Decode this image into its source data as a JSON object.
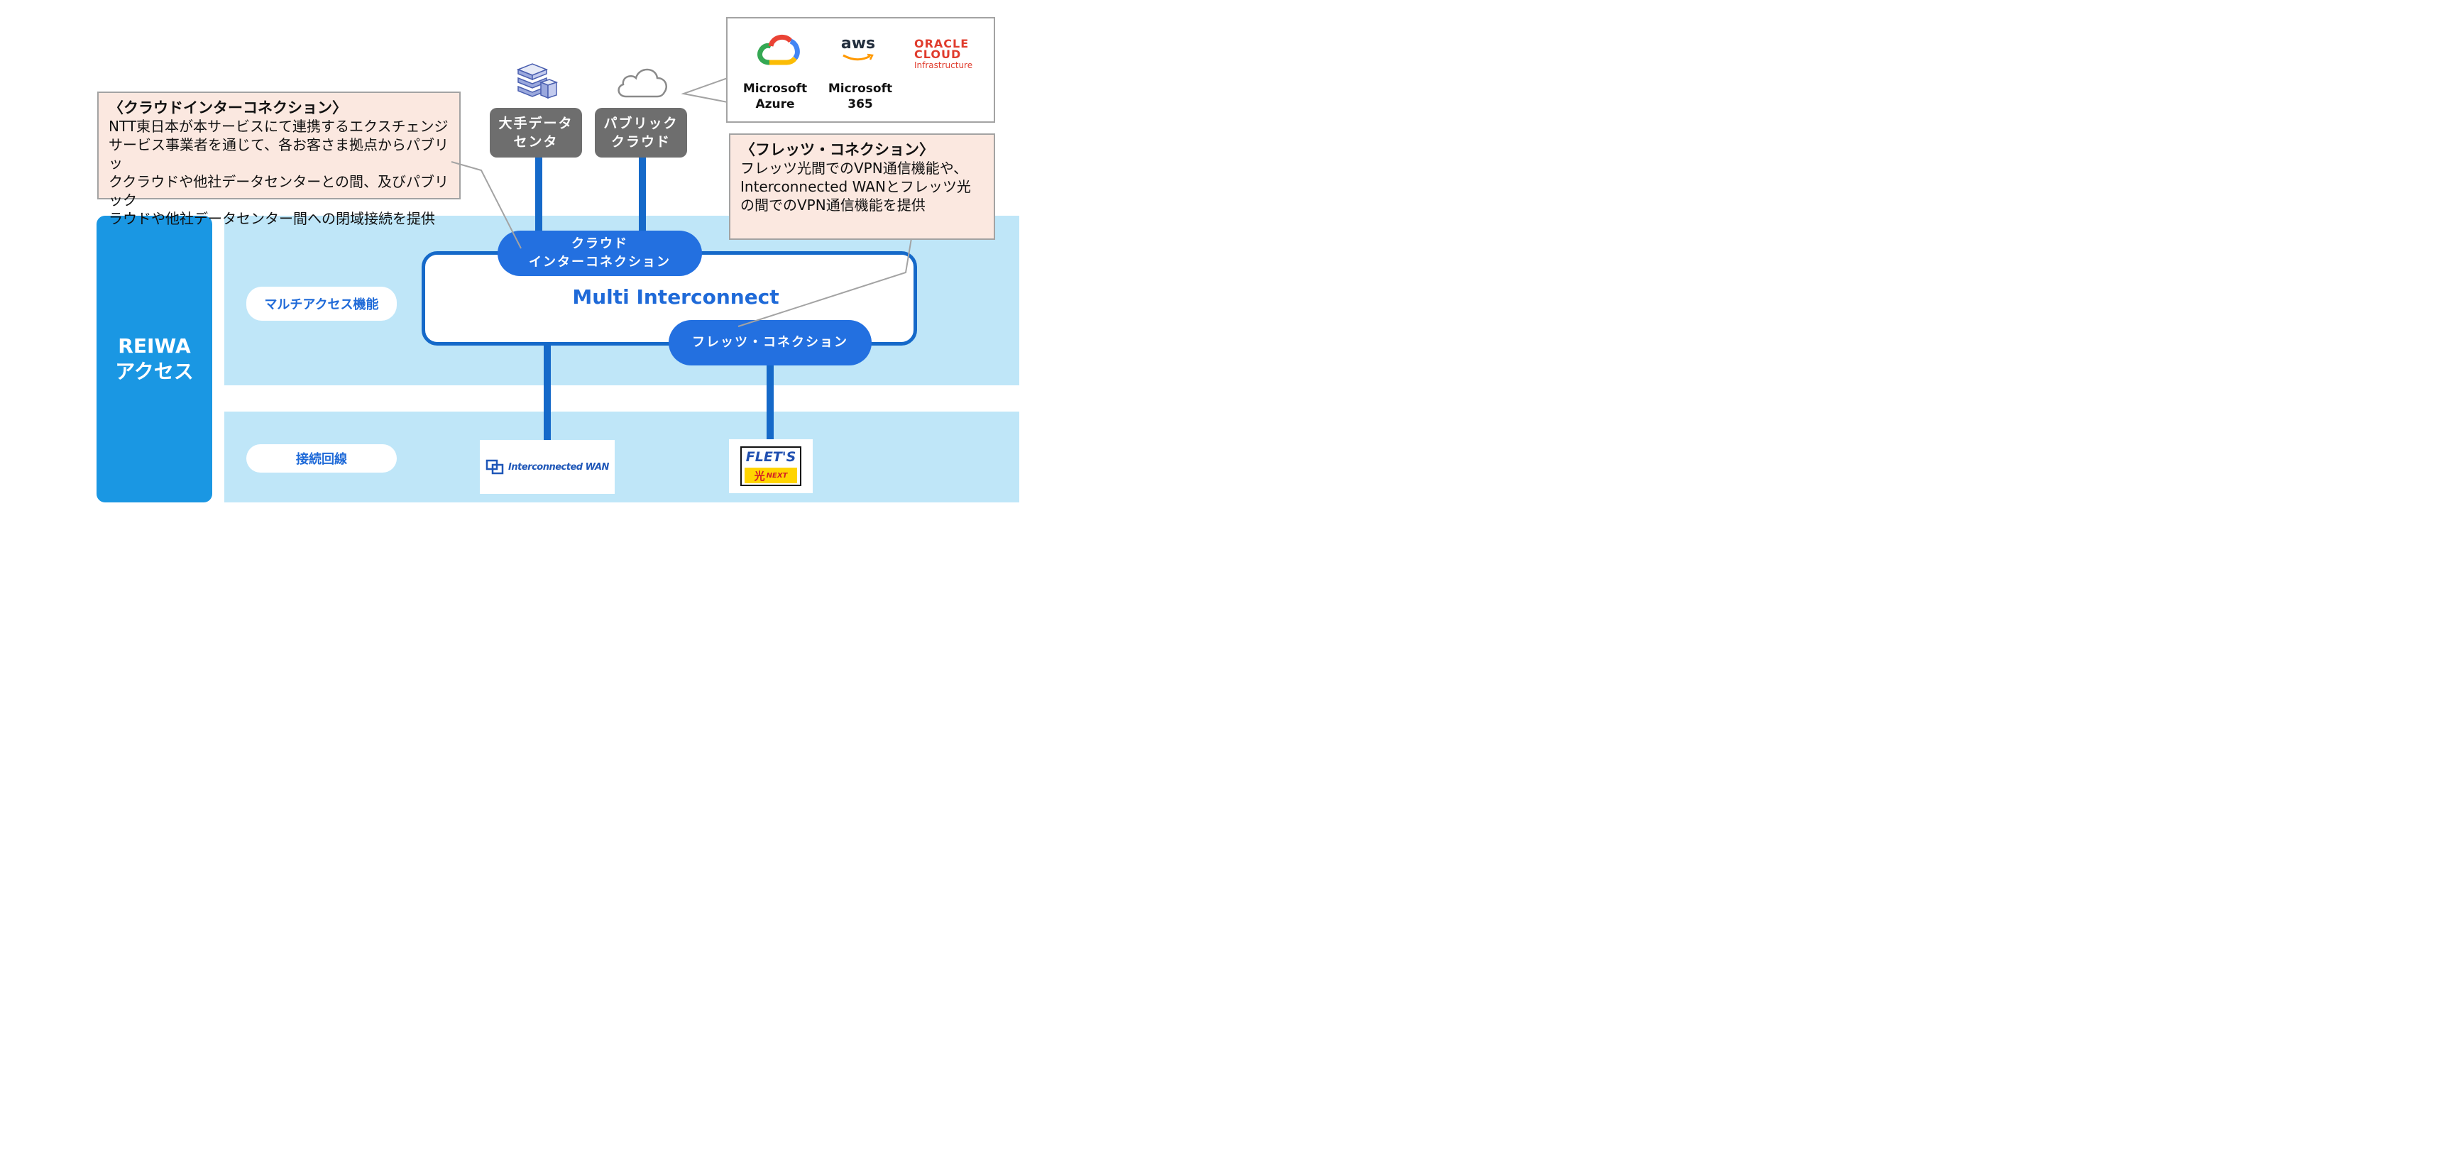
{
  "reiwa": {
    "line1": "REIWA",
    "line2": "アクセス"
  },
  "rows": {
    "multi_access": "マルチアクセス機能",
    "connection_lines": "接続回線"
  },
  "multi_interconnect": {
    "title": "Multi Interconnect"
  },
  "pills": {
    "cloud_ic_line1": "クラウド",
    "cloud_ic_line2": "インターコネクション",
    "flets_connection": "フレッツ・コネクション"
  },
  "destinations": {
    "datacenter_line1": "大手データ",
    "datacenter_line2": "センタ",
    "public_cloud_line1": "パブリック",
    "public_cloud_line2": "クラウド"
  },
  "callout_cloud": {
    "heading": "〈クラウドインターコネクション〉",
    "lines": [
      "NTT東日本が本サービスにて連携するエクスチェンジ",
      "サービス事業者を通じて、各お客さま拠点からパブリッ",
      "ククラウドや他社データセンターとの間、及びパブリック",
      "ラウドや他社データセンター間への閉域接続を提供"
    ]
  },
  "callout_flets": {
    "heading": "〈フレッツ・コネクション〉",
    "lines": [
      "フレッツ光間でのVPN通信機能や、",
      "Interconnected WANとフレッツ光",
      "の間でのVPN通信機能を提供"
    ]
  },
  "cloud_providers": {
    "azure_line1": "Microsoft",
    "azure_line2": "Azure",
    "m365_line1": "Microsoft",
    "m365_line2": "365",
    "aws_text": "aws",
    "oracle_line1": "ORACLE",
    "oracle_line2": "CLOUD",
    "oracle_line3": "Infrastructure"
  },
  "lines": {
    "interconnected_wan": "Interconnected WAN",
    "flets_logo": "FLET'S",
    "flets_hikari": "光",
    "flets_next": "NEXT"
  },
  "colors": {
    "band": "#bfe6f8",
    "reiwa": "#1a97e3",
    "pill_blue": "#2370e0",
    "line_blue": "#1569c9",
    "callout_bg": "#fbe8e0",
    "gray_box": "#6e6e6e",
    "oracle_red": "#e03c2d"
  },
  "icons": [
    "server-stack-icon",
    "cloud-outline-icon",
    "google-cloud-icon",
    "aws-smile-icon"
  ]
}
